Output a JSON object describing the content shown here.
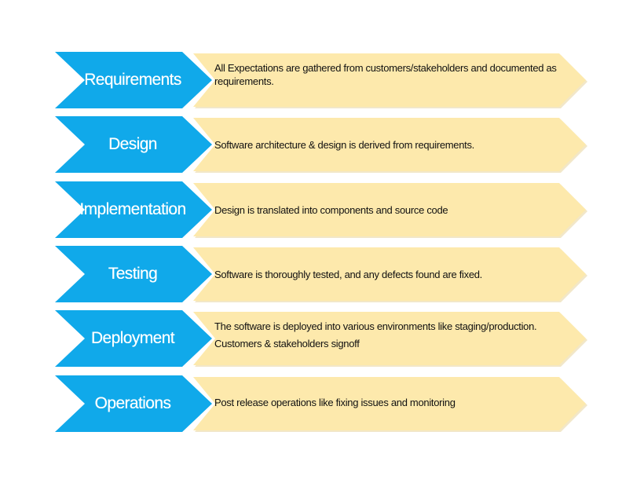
{
  "colors": {
    "chevron": "#10a9ea",
    "arrow": "#fde9ac",
    "label_text": "#ffffff",
    "desc_text": "#111111"
  },
  "phases": [
    {
      "name": "Requirements",
      "description": "All Expectations are gathered from customers/stakeholders and documented as requirements."
    },
    {
      "name": "Design",
      "description": "Software architecture & design is derived from requirements."
    },
    {
      "name": "Implementation",
      "description": "Design is translated into components and source code"
    },
    {
      "name": "Testing",
      "description": "Software is thoroughly tested, and any defects found are fixed."
    },
    {
      "name": "Deployment",
      "description": "The software is deployed into various environments like staging/production.",
      "description_line2": "Customers & stakeholders signoff"
    },
    {
      "name": "Operations",
      "description": "Post release operations like fixing issues and monitoring"
    }
  ]
}
